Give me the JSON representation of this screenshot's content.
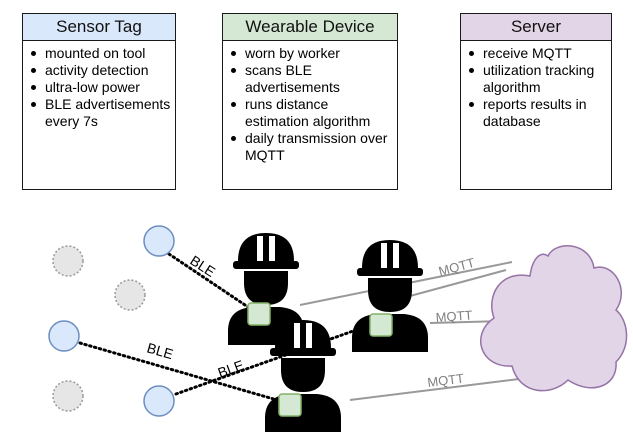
{
  "boxes": {
    "sensor_tag": {
      "title": "Sensor Tag",
      "header_color": "#dae8fc",
      "items": [
        "mounted on tool",
        "activity detection",
        "ultra-low power",
        "BLE advertisements every 7s"
      ]
    },
    "wearable": {
      "title": "Wearable Device",
      "header_color": "#d5e8d4",
      "items": [
        "worn by worker",
        "scans BLE advertisements",
        "runs distance estimation algorithm",
        "daily transmission over MQTT"
      ]
    },
    "server": {
      "title": "Server",
      "header_color": "#e1d5e7",
      "items": [
        "receive MQTT",
        "utilization tracking algorithm",
        "reports results in database"
      ]
    }
  },
  "links": {
    "ble": "BLE",
    "mqtt": "MQTT"
  },
  "colors": {
    "tag_fill": "#dae8fc",
    "tag_stroke": "#6c8ebf",
    "idle_tag_fill": "#e6e6e6",
    "idle_tag_stroke": "#999999",
    "device_fill": "#d5e8d4",
    "device_stroke": "#82b366",
    "cloud_fill": "#e1d5e7",
    "cloud_stroke": "#9673a6",
    "mqtt_line": "#999999",
    "mqtt_text": "#808080"
  }
}
